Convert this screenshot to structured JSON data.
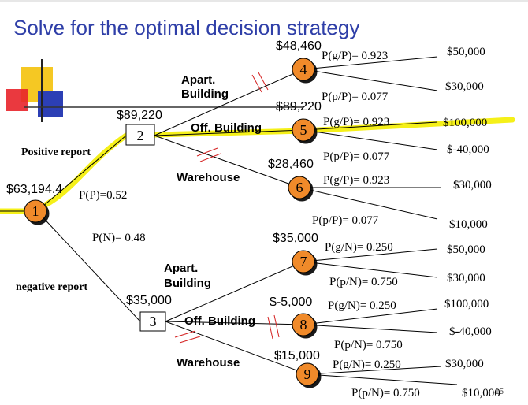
{
  "title": "Solve for the optimal decision strategy",
  "colors": {
    "title": "#2f3fa8",
    "highlight": "#f5f019",
    "chance_node": "#f08a2a",
    "cut_mark": "#d42020"
  },
  "root": {
    "value": "$63,194.4",
    "node": "1",
    "positive": {
      "label": "Positive report",
      "prob": "P(P)=0.52"
    },
    "negative": {
      "label": "negative report",
      "prob": "P(N)= 0.48"
    }
  },
  "decision_positive": {
    "value": "$89,220",
    "node": "2",
    "branches": [
      {
        "label_line1": "Apart.",
        "label_line2": "Building"
      },
      {
        "label_line1": "Off. Building"
      },
      {
        "label_line1": "Warehouse"
      }
    ]
  },
  "decision_negative": {
    "value": "$35,000",
    "node": "3",
    "branches": [
      {
        "label_line1": "Apart.",
        "label_line2": "Building"
      },
      {
        "label_line1": "Off. Building"
      },
      {
        "label_line1": "Warehouse"
      }
    ]
  },
  "chance_nodes": [
    {
      "node": "4",
      "value": "$48,460",
      "p_good": "P(g/P)= 0.923",
      "p_poor": "P(p/P)= 0.077",
      "payoff_good": "$50,000",
      "payoff_poor": "$30,000"
    },
    {
      "node": "5",
      "value": "$89,220",
      "p_good": "P(g/P)= 0.923",
      "p_poor": "P(p/P)= 0.077",
      "payoff_good": "$100,000",
      "payoff_poor": "$-40,000"
    },
    {
      "node": "6",
      "value": "$28,460",
      "p_good": "P(g/P)= 0.923",
      "p_poor": "P(p/P)= 0.077",
      "payoff_good": "$30,000",
      "payoff_poor": "$10,000"
    },
    {
      "node": "7",
      "value": "$35,000",
      "p_good": "P(g/N)= 0.250",
      "p_poor": "P(p/N)= 0.750",
      "payoff_good": "$50,000",
      "payoff_poor": "$30,000"
    },
    {
      "node": "8",
      "value": "$-5,000",
      "p_good": "P(g/N)= 0.250",
      "p_poor": "P(p/N)= 0.750",
      "payoff_good": "$100,000",
      "payoff_poor": "$-40,000"
    },
    {
      "node": "9",
      "value": "$15,000",
      "p_good": "P(g/N)= 0.250",
      "p_poor": "P(p/N)= 0.750",
      "payoff_good": "$30,000",
      "payoff_poor": "$10,000"
    }
  ],
  "page_number": "15"
}
